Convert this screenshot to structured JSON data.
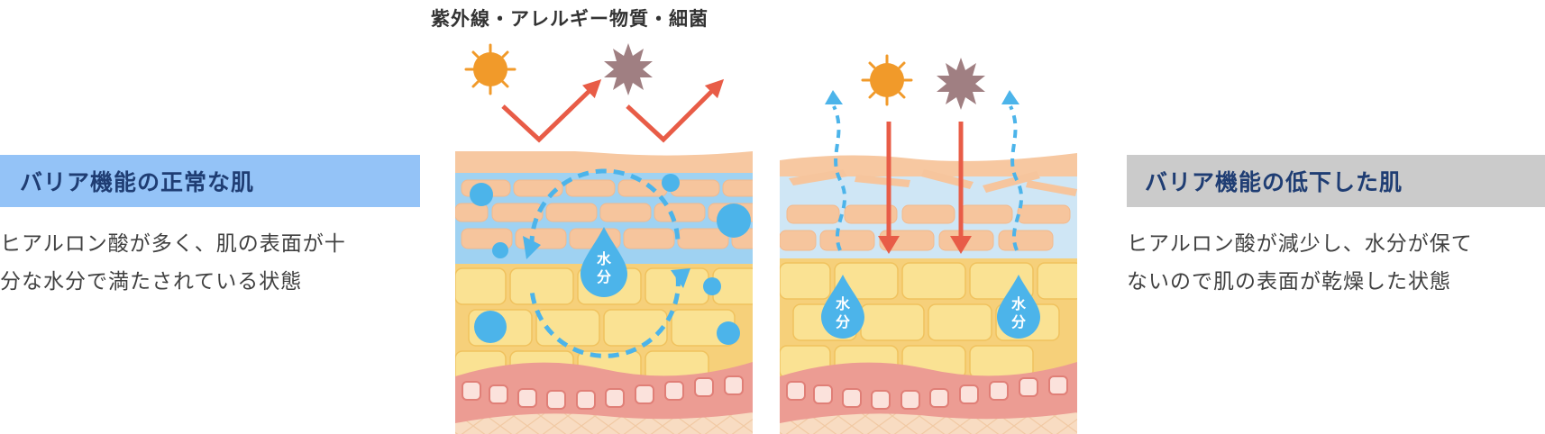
{
  "top_label": "紫外線・アレルギー物質・細菌",
  "left": {
    "title": "バリア機能の正常な肌",
    "desc_lines": [
      "ヒアルロン酸が多く、肌の表面が十",
      "分な水分で満たされている状態"
    ],
    "drop_label": [
      "水",
      "分"
    ]
  },
  "right": {
    "title": "バリア機能の低下した肌",
    "desc_lines": [
      "ヒアルロン酸が減少し、水分が保て",
      "ないので肌の表面が乾燥した状態"
    ],
    "drop_label": [
      "水",
      "分"
    ]
  },
  "colors": {
    "left_title_bg": "#94c3f7",
    "right_title_bg": "#cbcbcb",
    "title_text": "#1f3d73",
    "sun": "#f19a2a",
    "germ": "#a07f82",
    "arrow_red": "#e85c47",
    "water_blue": "#4cb4ea",
    "stratum_corneum": "#f7c8a1",
    "hydrated_layer": "#9fd2f2",
    "dry_layer": "#cfe6f5",
    "granular_layer": "#f8d97d",
    "dermis_wave": "#ec9c93",
    "bottom_layer": "#f8dcc2"
  },
  "icons": [
    "sun-icon",
    "germ-icon",
    "water-drop-icon",
    "arrow-icon"
  ]
}
